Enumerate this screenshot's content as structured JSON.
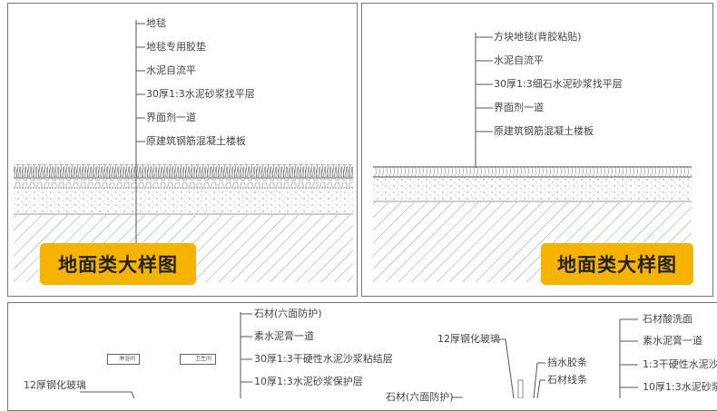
{
  "left_panel": {
    "labels": [
      "地毯",
      "地毯专用胶垫",
      "水泥自流平",
      "30厚1:3水泥砂浆找平层",
      "界面剂一道",
      "原建筑钢筋混凝土楼板"
    ],
    "badge": "地面类大样图"
  },
  "right_panel": {
    "labels": [
      "方块地毯(背胶粘贴)",
      "水泥自流平",
      "30厚1:3细石水泥砂浆找平层",
      "界面剂一道",
      "原建筑钢筋混凝土楼板"
    ],
    "badge": "地面类大样图"
  },
  "bottom_panel": {
    "rooms": [
      "淋浴间",
      "卫生间"
    ],
    "left_glass": "12厚钢化玻璃",
    "stone_labels": [
      "石材(六面防护)",
      "素水泥膏一道",
      "30厚1:3干硬性水泥沙浆粘结层",
      "10厚1:3水泥砂浆保护层"
    ],
    "mid_glass": "12厚钢化玻璃",
    "strip_labels": [
      "挡水胶条",
      "石材线条"
    ],
    "mid_stone": "石材(六面防护)",
    "right_labels": [
      "石材酸洗面",
      "素水泥膏一道",
      "1:3干硬性水泥沙",
      "10厚1:3水泥砂浆"
    ]
  }
}
